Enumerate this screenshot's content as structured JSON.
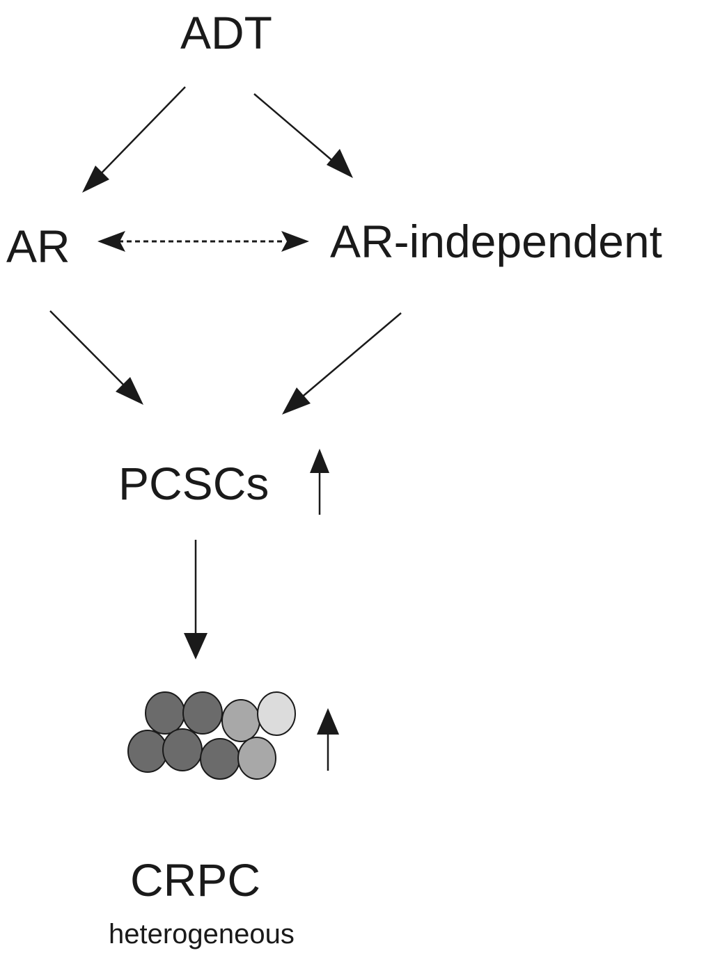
{
  "nodes": {
    "adt": "ADT",
    "ar": "AR",
    "ar_independent": "AR-independent",
    "pcscs": "PCSCs",
    "crpc": "CRPC",
    "crpc_note": "heterogeneous"
  },
  "colors": {
    "text": "#1a1a1a",
    "arrow": "#1a1a1a",
    "cell_dark": "#6b6b6b",
    "cell_medium": "#a8a8a8",
    "cell_light": "#dcdcdc",
    "cell_outline": "#1a1a1a"
  }
}
